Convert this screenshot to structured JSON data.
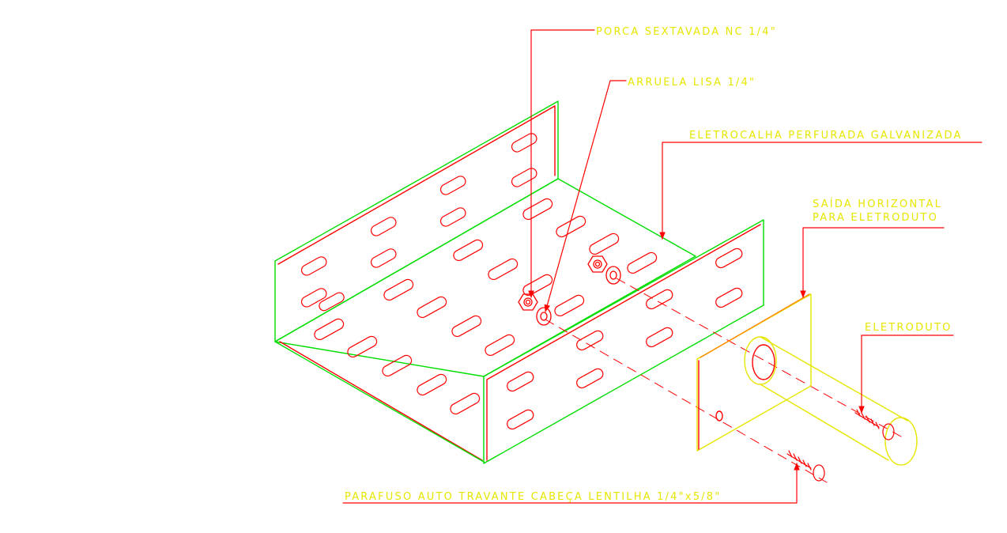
{
  "colors": {
    "background": "#ffffff",
    "label_text": "#e6e600",
    "leader": "#ff0000",
    "outline_green": "#00dd00",
    "outline_red": "#ff0000",
    "conduit_yellow": "#e6e600"
  },
  "labels": {
    "nut": "PORCA SEXTAVADA NC 1/4\"",
    "washer": "ARRUELA LISA 1/4\"",
    "tray": "ELETROCALHA PERFURADA GALVANIZADA",
    "outlet_line1": "SAÍDA HORIZONTAL",
    "outlet_line2": "PARA ELETRODUTO",
    "conduit": "ELETRODUTO",
    "screw": "PARAFUSO AUTO TRAVANTE CABEÇA LENTILHA 1/4\"x5/8\""
  }
}
